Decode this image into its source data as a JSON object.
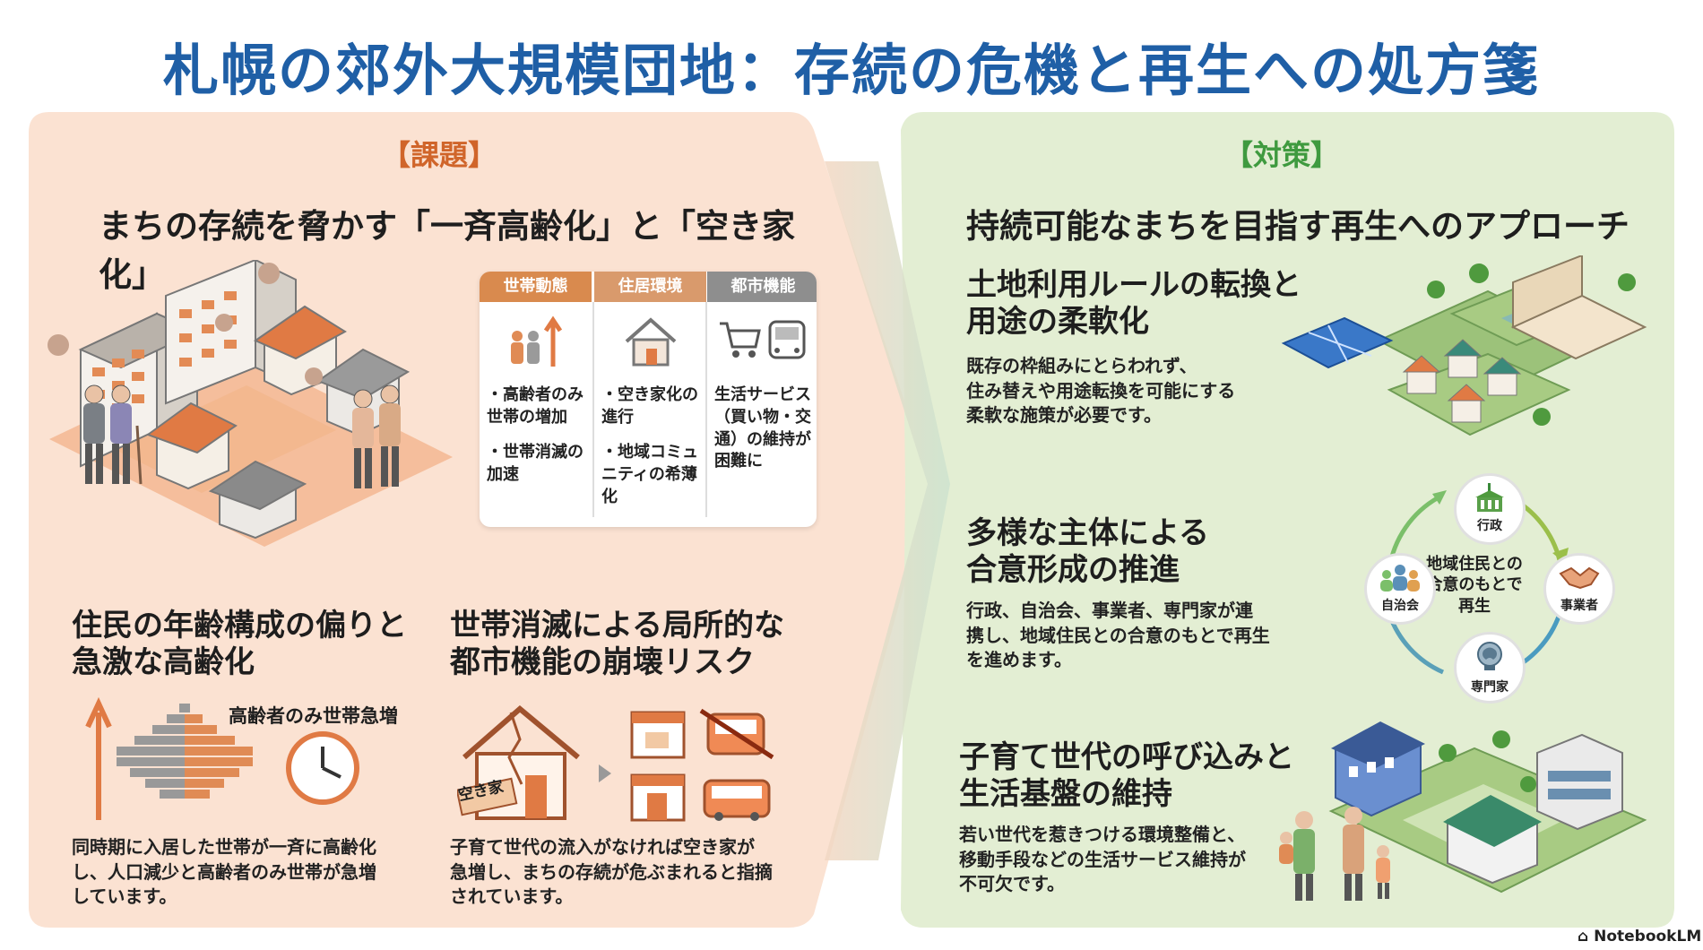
{
  "title": "札幌の郊外大規模団地：存続の危機と再生への処方箋",
  "left": {
    "tag": "【課題】",
    "heading": "まちの存続を脅かす「一斉高齢化」と「空き家化」",
    "table": {
      "columns": [
        {
          "header": "世帯動態",
          "color": "#d98a4e",
          "cells": [
            "・高齢者のみ世帯の増加",
            "・世帯消滅の加速"
          ]
        },
        {
          "header": "住居環境",
          "color": "#d99a6c",
          "cells": [
            "・空き家化の進行",
            "・地域コミュニティの希薄化"
          ]
        },
        {
          "header": "都市機能",
          "color": "#8e8e8e",
          "cells": [
            "生活サービス（買い物・交通）の維持が困難に"
          ]
        }
      ]
    },
    "issue1": {
      "heading": [
        "住民の年齢構成の偏りと",
        "急激な高齢化"
      ],
      "chart_label": "高齢者のみ世帯急増",
      "body": [
        "同時期に入居した世帯が一斉に高齢化",
        "し、人口減少と高齢者のみ世帯が急増",
        "しています。"
      ]
    },
    "issue2": {
      "heading": [
        "世帯消滅による局所的な",
        "都市機能の崩壊リスク"
      ],
      "sign": "空き家",
      "body": [
        "子育て世代の流入がなければ空き家が",
        "急増し、まちの存続が危ぶまれると指摘",
        "されています。"
      ]
    }
  },
  "right": {
    "tag": "【対策】",
    "heading": "持続可能なまちを目指す再生へのアプローチ",
    "item1": {
      "heading": [
        "土地利用ルールの転換と",
        "用途の柔軟化"
      ],
      "body": [
        "既存の枠組みにとらわれず、",
        "住み替えや用途転換を可能にする",
        "柔軟な施策が必要です。"
      ]
    },
    "item2": {
      "heading": [
        "多様な主体による",
        "合意形成の推進"
      ],
      "body": [
        "行政、自治会、事業者、専門家が連",
        "携し、地域住民との合意のもとで再生",
        "を進めます。"
      ],
      "cycle": {
        "center": [
          "地域住民との",
          "合意のもとで",
          "再生"
        ],
        "nodes": [
          "行政",
          "事業者",
          "専門家",
          "自治会"
        ]
      }
    },
    "item3": {
      "heading": [
        "子育て世代の呼び込みと",
        "生活基盤の維持"
      ],
      "body": [
        "若い世代を惹きつける環境整備と、",
        "移動手段などの生活サービス維持が",
        "不可欠です。"
      ]
    }
  },
  "colors": {
    "title": "#1f5fa6",
    "left_tag": "#d0652a",
    "right_tag": "#3f9a3f",
    "left_bg": "#fbe2d2",
    "right_bg": "#e3eed3"
  },
  "footer": "NotebookLM"
}
